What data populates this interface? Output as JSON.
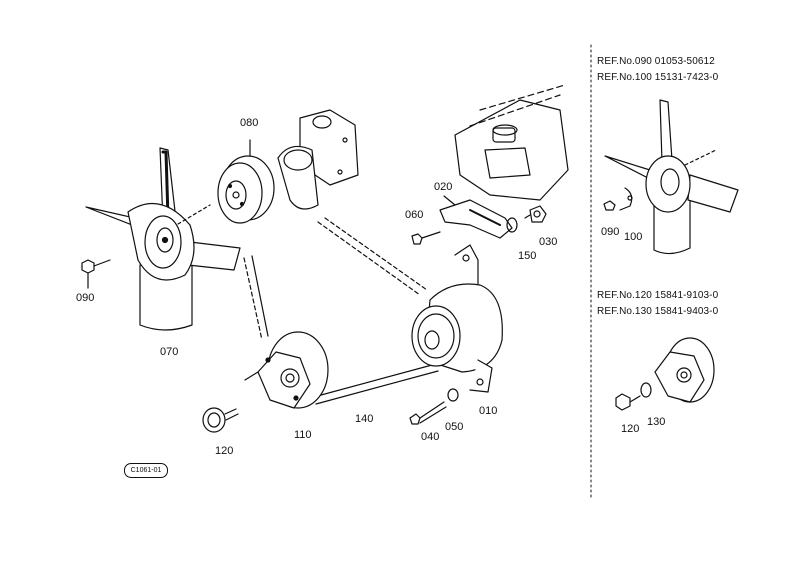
{
  "callouts": {
    "p010": "010",
    "p020": "020",
    "p030": "030",
    "p040": "040",
    "p050": "050",
    "p060": "060",
    "p070": "070",
    "p080": "080",
    "p090": "090",
    "p110": "110",
    "p120": "120",
    "p140": "140",
    "p150": "150"
  },
  "inset_callouts": {
    "p090": "090",
    "p100": "100",
    "p120": "120",
    "p130": "130"
  },
  "references": [
    "REF.No.090  01053-50612",
    "REF.No.100  15131-7423-0",
    "REF.No.120  15841-9103-0",
    "REF.No.130  15841-9403-0"
  ],
  "stamp": "C1061-01"
}
